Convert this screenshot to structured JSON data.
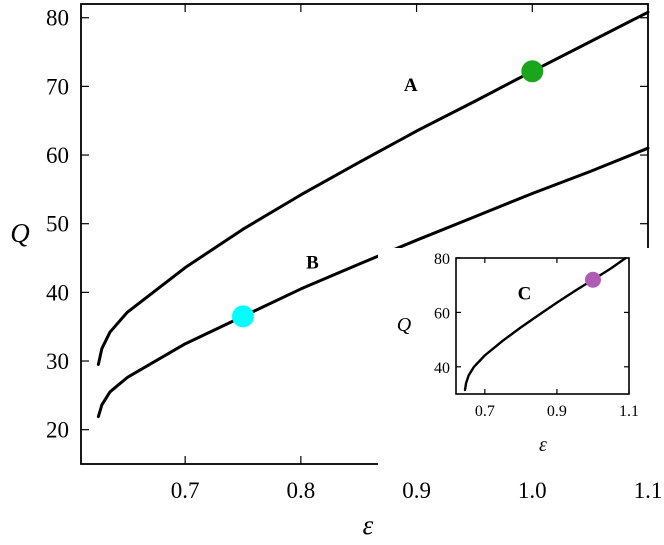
{
  "chart_data": [
    {
      "type": "line",
      "xlabel": "ε",
      "ylabel": "Q",
      "xlim": [
        0.61,
        1.1
      ],
      "ylim": [
        15,
        82
      ],
      "xticks": [
        0.7,
        0.8,
        0.9,
        1.0,
        1.1
      ],
      "xtick_labels": [
        "0.7",
        "0.8",
        "0.9",
        "1.0",
        "1.1"
      ],
      "yticks": [
        20,
        30,
        40,
        50,
        60,
        70,
        80
      ],
      "ytick_labels": [
        "20",
        "30",
        "40",
        "50",
        "60",
        "70",
        "80"
      ],
      "grid": false,
      "series": [
        {
          "name": "A",
          "color": "#000000",
          "x": [
            0.625,
            0.628,
            0.635,
            0.65,
            0.7,
            0.75,
            0.8,
            0.85,
            0.9,
            0.95,
            1.0,
            1.05,
            1.1
          ],
          "y": [
            29.5,
            31.8,
            34.2,
            37.1,
            43.6,
            49.2,
            54.2,
            58.9,
            63.5,
            67.8,
            72.2,
            76.5,
            80.8
          ]
        },
        {
          "name": "B",
          "color": "#000000",
          "x": [
            0.625,
            0.628,
            0.635,
            0.65,
            0.7,
            0.75,
            0.8,
            0.85,
            0.9,
            0.95,
            1.0,
            1.05,
            1.1
          ],
          "y": [
            21.9,
            23.6,
            25.5,
            27.6,
            32.5,
            36.5,
            40.5,
            44.1,
            47.6,
            51.0,
            54.4,
            57.6,
            61.0
          ]
        }
      ],
      "markers": [
        {
          "label": "A",
          "x": 1.0,
          "y": 72.2,
          "color": "#1aa51a"
        },
        {
          "label": "B",
          "x": 0.75,
          "y": 36.5,
          "color": "#00ffff"
        }
      ],
      "annotations": [
        {
          "text": "A",
          "x": 0.895,
          "y": 69.3
        },
        {
          "text": "B",
          "x": 0.81,
          "y": 43.5
        }
      ]
    },
    {
      "type": "line",
      "inset": true,
      "xlabel": "ε",
      "ylabel": "Q",
      "xlim": [
        0.62,
        1.1
      ],
      "ylim": [
        30,
        80
      ],
      "xticks": [
        0.7,
        0.9,
        1.1
      ],
      "xtick_labels": [
        "0.7",
        "0.9",
        "1.1"
      ],
      "yticks": [
        40,
        60,
        80
      ],
      "ytick_labels": [
        "40",
        "60",
        "80"
      ],
      "grid": false,
      "series": [
        {
          "name": "C",
          "color": "#000000",
          "x": [
            0.645,
            0.648,
            0.655,
            0.67,
            0.7,
            0.75,
            0.8,
            0.85,
            0.9,
            0.95,
            1.0,
            1.05,
            1.09
          ],
          "y": [
            31.5,
            34.0,
            36.8,
            40.0,
            44.2,
            49.6,
            54.5,
            59.1,
            63.6,
            67.9,
            72.0,
            76.2,
            79.9
          ]
        }
      ],
      "markers": [
        {
          "label": "C",
          "x": 1.0,
          "y": 72.0,
          "color": "#b05cb5"
        }
      ],
      "annotations": [
        {
          "text": "C",
          "x": 0.81,
          "y": 64.7
        }
      ]
    }
  ]
}
